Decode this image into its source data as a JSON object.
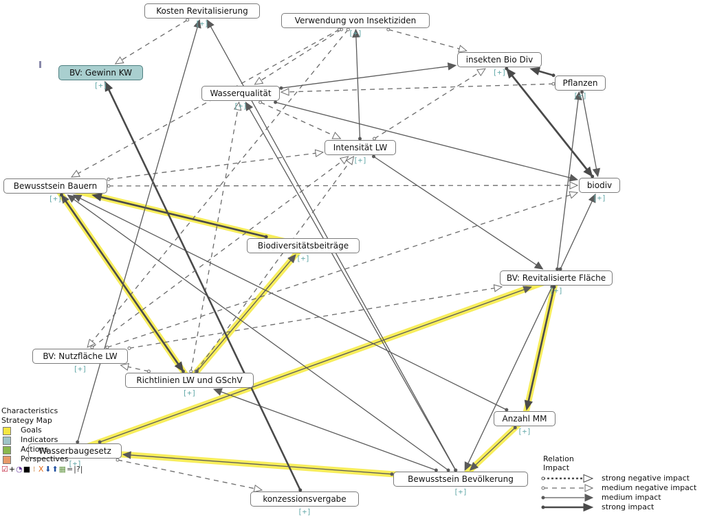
{
  "nodes": [
    {
      "id": "kosten",
      "label": "Kosten Revitalisierung",
      "expand": "[+]",
      "selected": false
    },
    {
      "id": "verw",
      "label": "Verwendung von Insektiziden",
      "expand": "[+]",
      "selected": false
    },
    {
      "id": "insekten",
      "label": "insekten Bio Div",
      "expand": "[+]",
      "selected": false
    },
    {
      "id": "gewinn",
      "label": "BV: Gewinn KW",
      "expand": "[+]",
      "selected": true
    },
    {
      "id": "pflanzen",
      "label": "Pflanzen",
      "expand": "[+]",
      "selected": false
    },
    {
      "id": "wasserq",
      "label": "Wasserqualität",
      "expand": "[+]",
      "selected": false
    },
    {
      "id": "intens",
      "label": "Intensität LW",
      "expand": "[+]",
      "selected": false
    },
    {
      "id": "bewusst",
      "label": "Bewusstsein Bauern",
      "expand": "[+]",
      "selected": false
    },
    {
      "id": "biodiv",
      "label": "biodiv",
      "expand": "[+]",
      "selected": false
    },
    {
      "id": "beitraege",
      "label": "Biodiversitätsbeiträge",
      "expand": "[+]",
      "selected": false
    },
    {
      "id": "revfl",
      "label": "BV: Revitalisierte Fläche",
      "expand": "[+]",
      "selected": false
    },
    {
      "id": "nutzfl",
      "label": "BV: Nutzfläche LW",
      "expand": "[+]",
      "selected": false
    },
    {
      "id": "richtl",
      "label": "Richtlinien LW und GSchV",
      "expand": "[+]",
      "selected": false
    },
    {
      "id": "anzahl",
      "label": "Anzahl MM",
      "expand": "[+]",
      "selected": false
    },
    {
      "id": "wasserbau",
      "label": "Wasserbaugesetz",
      "expand": "[+]",
      "selected": false
    },
    {
      "id": "bevoelk",
      "label": "Bewusstsein Bevölkerung",
      "expand": "[+]",
      "selected": false
    },
    {
      "id": "konz",
      "label": "konzessionsvergabe",
      "expand": "[+]",
      "selected": false
    }
  ],
  "edges": [
    {
      "from": "kosten",
      "to": "gewinn",
      "type": "medium_neg"
    },
    {
      "from": "bevoelk",
      "to": "kosten",
      "type": "medium"
    },
    {
      "from": "verw",
      "to": "insekten",
      "type": "medium_neg"
    },
    {
      "from": "intens",
      "to": "verw",
      "type": "medium"
    },
    {
      "from": "verw",
      "to": "wasserq",
      "type": "medium_neg"
    },
    {
      "from": "verw",
      "to": "nutzfl",
      "type": "medium_neg"
    },
    {
      "from": "verw",
      "to": "bewusst",
      "type": "medium_neg"
    },
    {
      "from": "wasserq",
      "to": "insekten",
      "type": "medium"
    },
    {
      "from": "pflanzen",
      "to": "insekten",
      "type": "strong"
    },
    {
      "from": "insekten",
      "to": "biodiv",
      "type": "strong"
    },
    {
      "from": "biodiv",
      "to": "insekten",
      "type": "strong"
    },
    {
      "from": "pflanzen",
      "to": "biodiv",
      "type": "medium"
    },
    {
      "from": "revfl",
      "to": "pflanzen",
      "type": "medium"
    },
    {
      "from": "wasserq",
      "to": "biodiv",
      "type": "medium"
    },
    {
      "from": "wasserq",
      "to": "intens",
      "type": "medium_neg"
    },
    {
      "from": "intens",
      "to": "insekten",
      "type": "medium_neg"
    },
    {
      "from": "intens",
      "to": "revfl",
      "type": "medium"
    },
    {
      "from": "bewusst",
      "to": "intens",
      "type": "medium_neg"
    },
    {
      "from": "bewusst",
      "to": "biodiv",
      "type": "medium_neg"
    },
    {
      "from": "pflanzen",
      "to": "wasserq",
      "type": "medium_neg"
    },
    {
      "from": "beitraege",
      "to": "bewusst",
      "type": "strong"
    },
    {
      "from": "richtl",
      "to": "bewusst",
      "type": "medium"
    },
    {
      "from": "richtl",
      "to": "wasserq",
      "type": "medium_neg"
    },
    {
      "from": "richtl",
      "to": "intens",
      "type": "medium_neg"
    },
    {
      "from": "richtl",
      "to": "beitraege",
      "type": "medium"
    },
    {
      "from": "bewusst",
      "to": "richtl",
      "type": "strong"
    },
    {
      "from": "anzahl",
      "to": "bewusst",
      "type": "medium"
    },
    {
      "from": "bevoelk",
      "to": "bewusst",
      "type": "medium"
    },
    {
      "from": "bevoelk",
      "to": "wasserq",
      "type": "medium"
    },
    {
      "from": "bevoelk",
      "to": "richtl",
      "type": "medium"
    },
    {
      "from": "konz",
      "to": "gewinn",
      "type": "strong"
    },
    {
      "from": "wasserbau",
      "to": "revfl",
      "type": "medium"
    },
    {
      "from": "wasserbau",
      "to": "kosten",
      "type": "medium"
    },
    {
      "from": "bevoelk",
      "to": "wasserbau",
      "type": "medium"
    },
    {
      "from": "wasserbau",
      "to": "konz",
      "type": "medium_neg"
    },
    {
      "from": "revfl",
      "to": "bevoelk",
      "type": "medium"
    },
    {
      "from": "revfl",
      "to": "anzahl",
      "type": "strong"
    },
    {
      "from": "anzahl",
      "to": "bevoelk",
      "type": "medium"
    },
    {
      "from": "revfl",
      "to": "biodiv",
      "type": "medium"
    },
    {
      "from": "nutzfl",
      "to": "revfl",
      "type": "medium_neg"
    },
    {
      "from": "nutzfl",
      "to": "biodiv",
      "type": "medium_neg"
    },
    {
      "from": "nutzfl",
      "to": "intens",
      "type": "medium_neg"
    },
    {
      "from": "richtl",
      "to": "nutzfl",
      "type": "medium_neg"
    }
  ],
  "highlights": [
    [
      "bewusst",
      "richtl"
    ],
    [
      "beitraege",
      "bewusst"
    ],
    [
      "richtl",
      "beitraege"
    ],
    [
      "wasserbau",
      "revfl"
    ],
    [
      "revfl",
      "anzahl"
    ],
    [
      "anzahl",
      "bevoelk"
    ],
    [
      "bevoelk",
      "wasserbau"
    ]
  ],
  "legend": {
    "title1": "Characteristics",
    "title2": "Strategy Map",
    "items": [
      {
        "label": "Goals",
        "color": "#f5e642"
      },
      {
        "label": "Indicators",
        "color": "#9ec4c8"
      },
      {
        "label": "Actions",
        "color": "#8ab84e"
      },
      {
        "label": "Perspectives",
        "color": "#e89a6a"
      }
    ]
  },
  "toolbar": [
    "☑",
    "+",
    "◔",
    "■",
    "⁝",
    "X",
    "⬇",
    "⬆",
    "▦",
    "=",
    "|?|"
  ],
  "relation": {
    "title1": "Relation",
    "title2": "Impact",
    "items": [
      {
        "label": "strong negative impact",
        "type": "strong_neg"
      },
      {
        "label": "medium negative impact",
        "type": "medium_neg"
      },
      {
        "label": "medium impact",
        "type": "medium"
      },
      {
        "label": "strong impact",
        "type": "strong"
      }
    ]
  }
}
